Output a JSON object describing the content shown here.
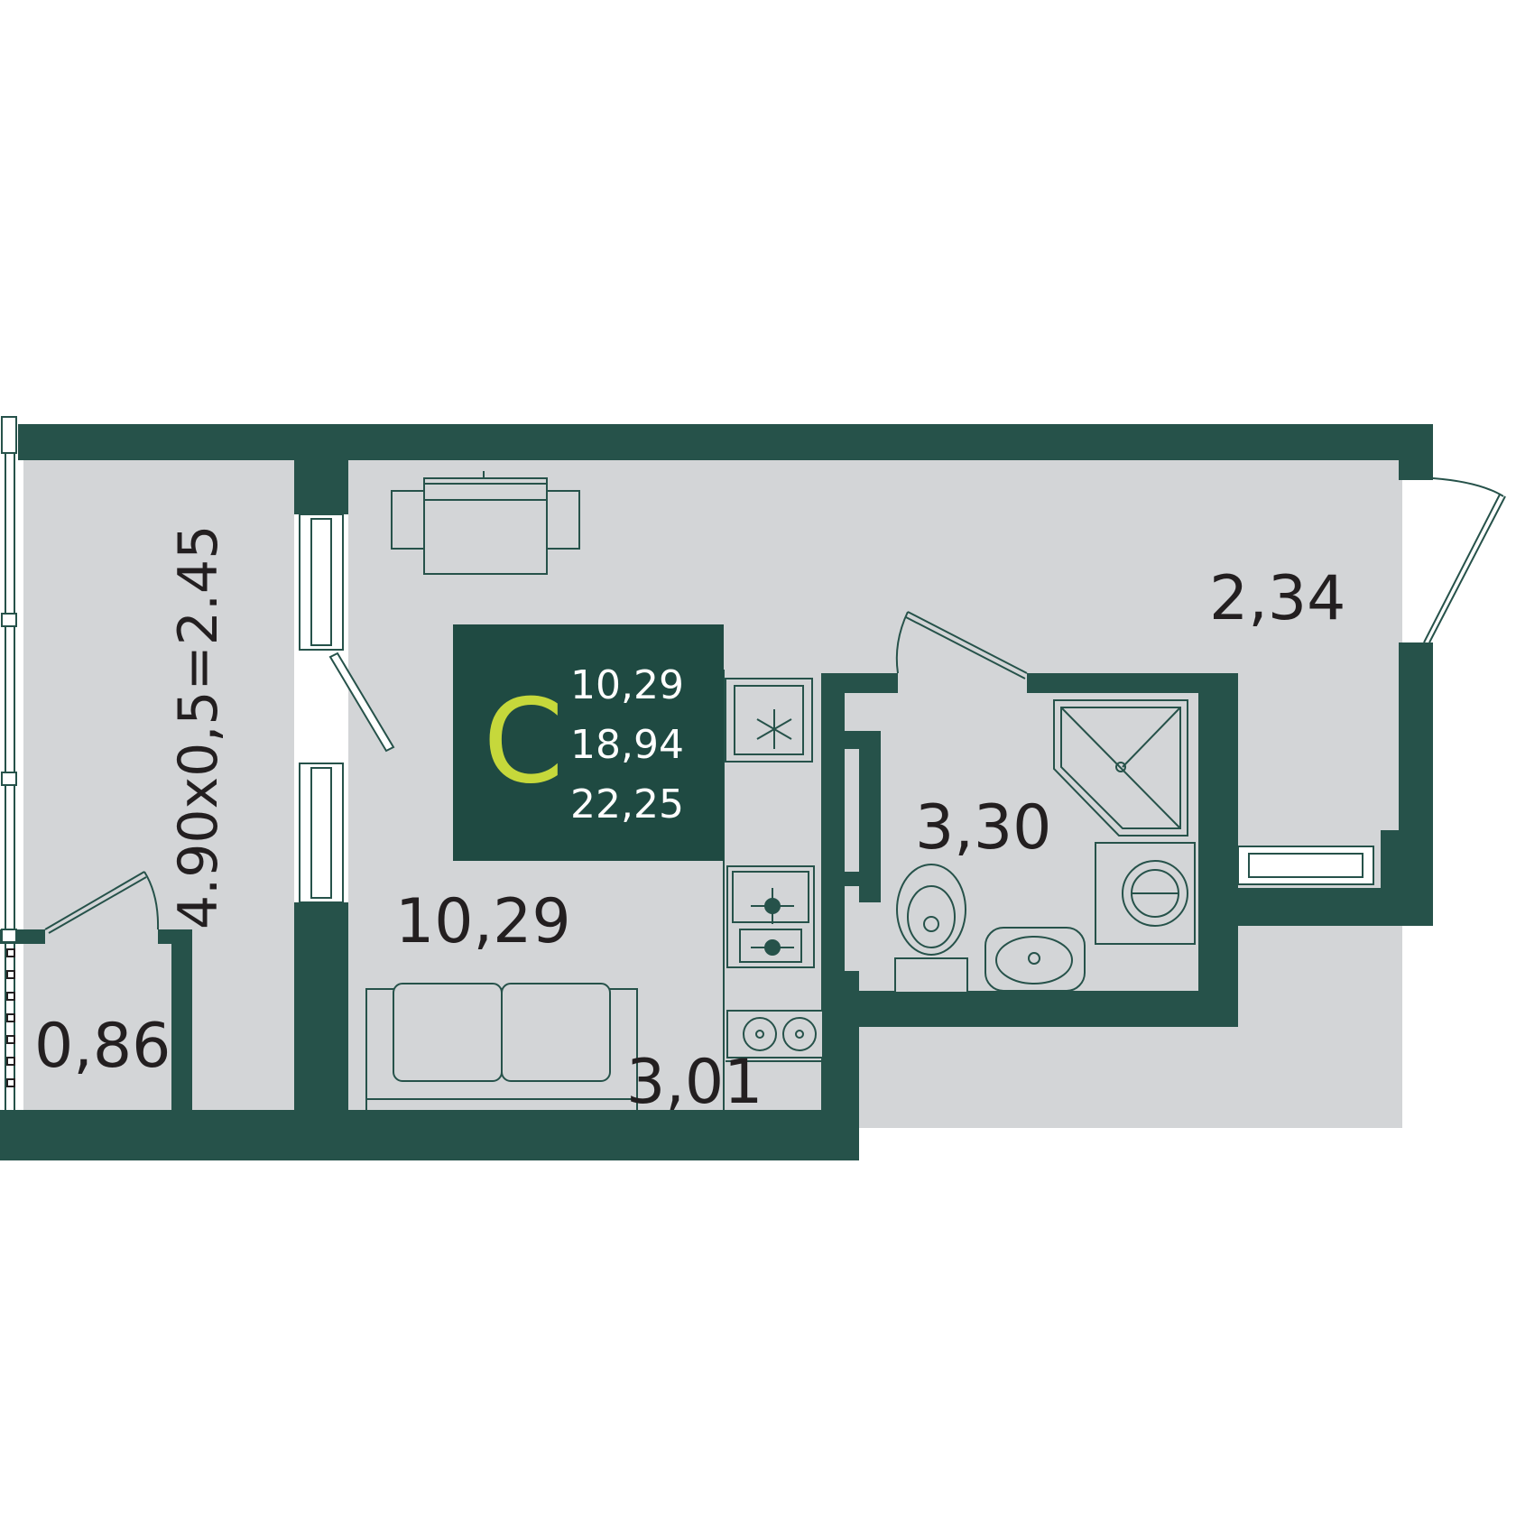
{
  "plan": {
    "type_letter": "C",
    "areas_summary": [
      "10,29",
      "18,94",
      "22,25"
    ],
    "rooms": {
      "living_room": "10,29",
      "loggia": "4.90x0,5=2.45",
      "storage": "0,86",
      "kitchen": "3,01",
      "bathroom": "3,30",
      "hallway": "2,34"
    }
  },
  "colors": {
    "wall": "#26524a",
    "floor": "#d3d5d7",
    "badge": "#1f4a42",
    "accent": "#c6d83b",
    "text": "#231f20"
  },
  "icons": [
    "snowflake-icon",
    "gas-burner-icon",
    "electric-hob-icon"
  ]
}
